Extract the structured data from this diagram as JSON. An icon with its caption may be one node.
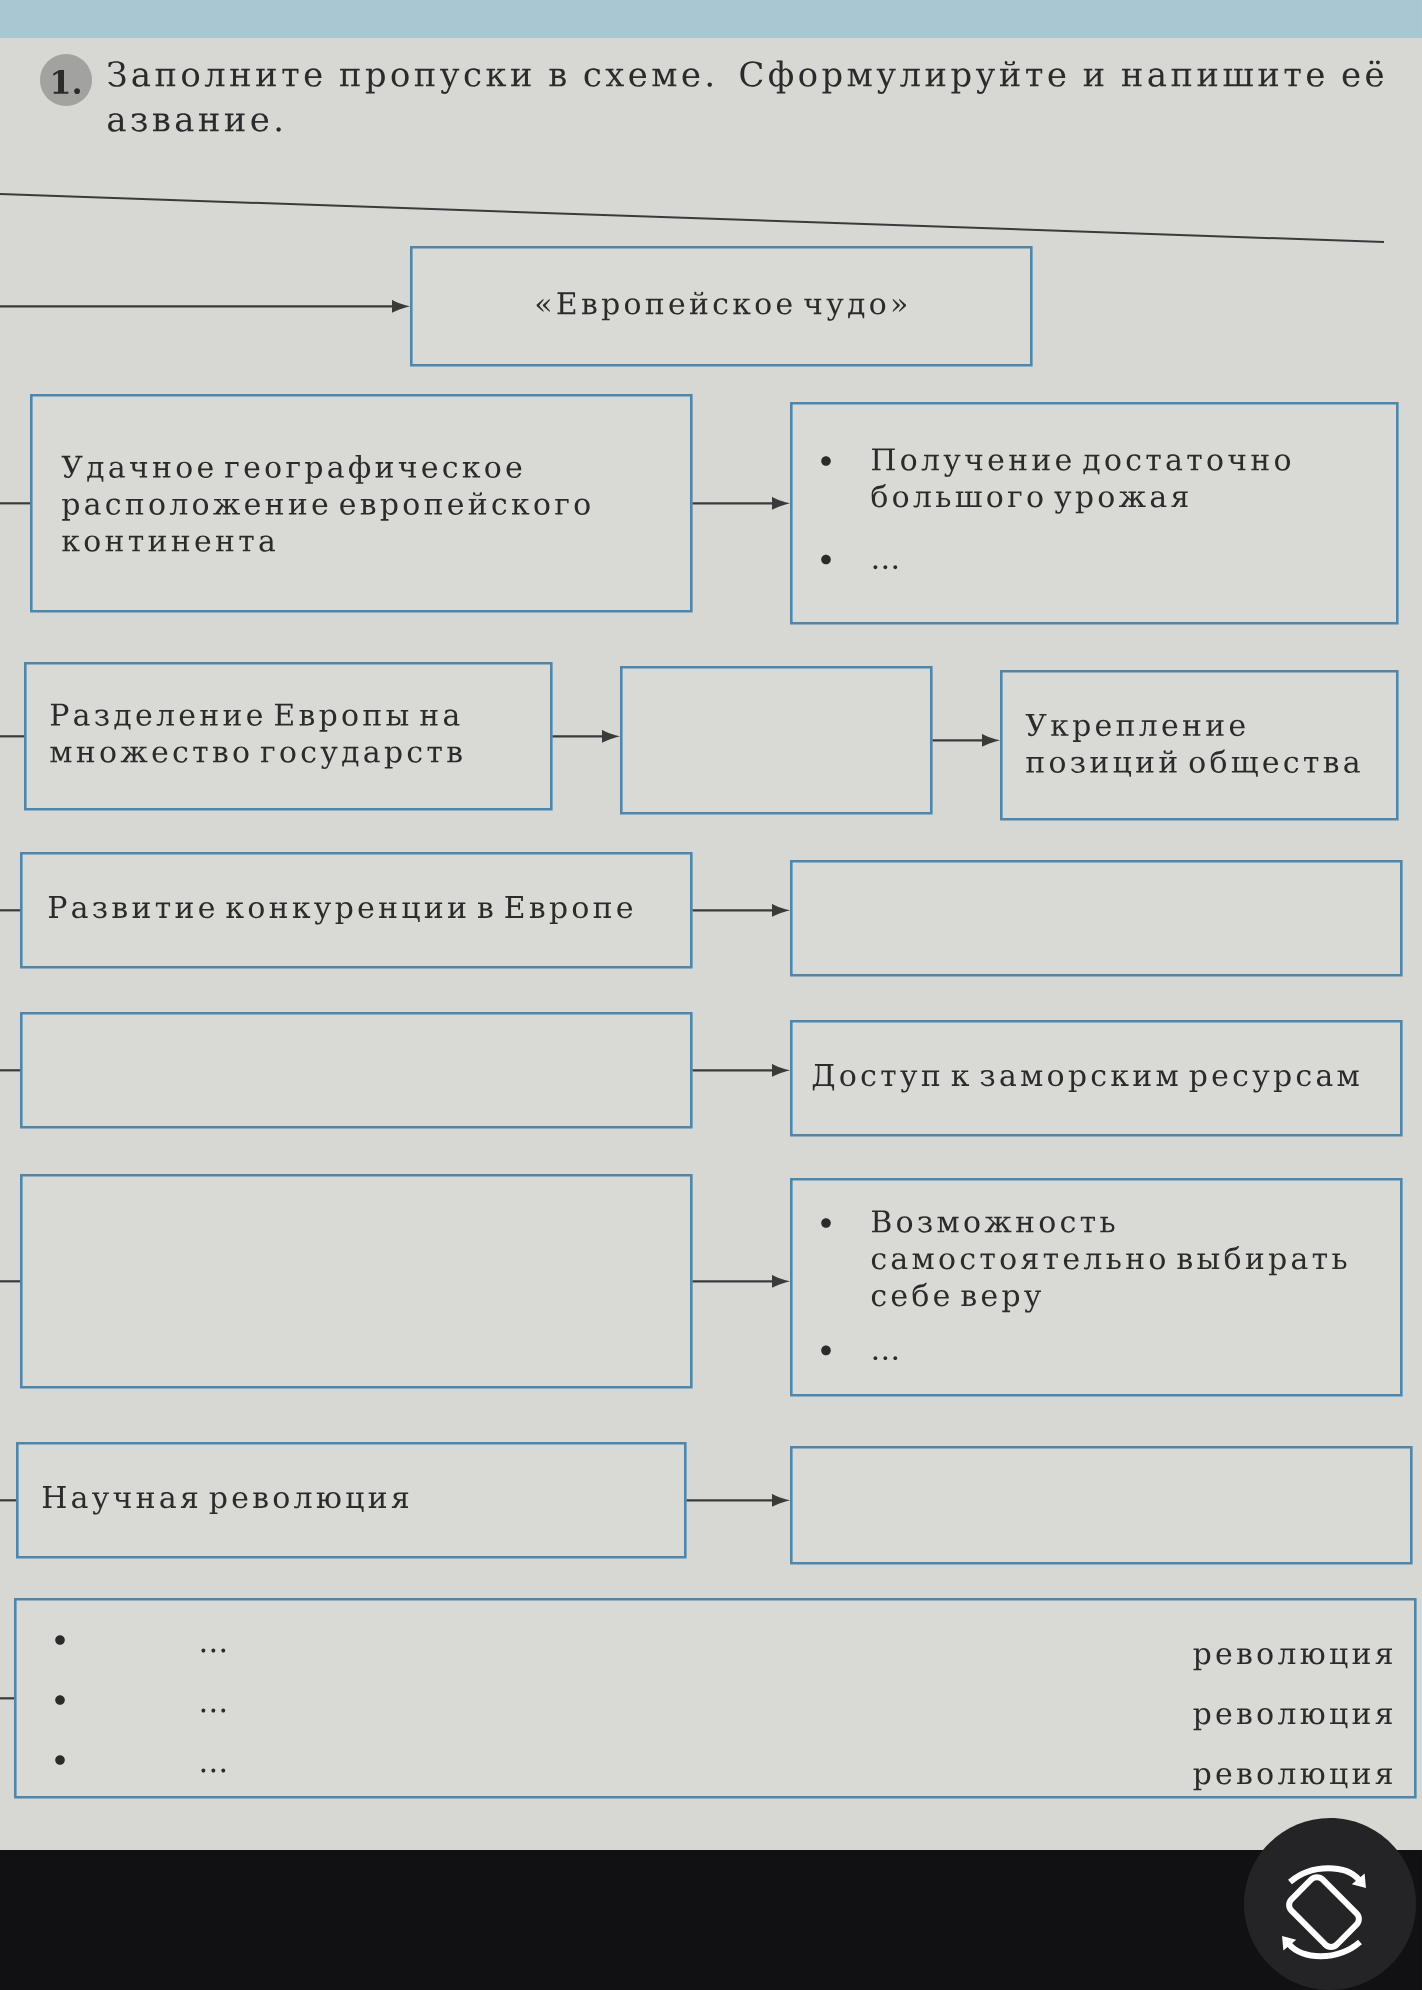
{
  "diagram": {
    "title": "Заполните пропуски в схеме. Сформулируйте и напишите её азвание.",
    "nodes": [
      {
        "text": [
          "«Европейское чудо»"
        ]
      },
      {
        "text": [
          "Удачное географическое расположение европейского континента"
        ]
      },
      {
        "text": [
          "Получение достаточно большого урожая",
          "…"
        ]
      },
      {
        "text": [
          "Разделение Европы на множество государств"
        ]
      },
      {
        "text": [],
        "shape": "box"
      },
      {
        "text": [
          "Укрепление позиций общества"
        ]
      },
      {
        "text": [
          "Развитие конкуренции в Европе"
        ]
      },
      {
        "text": [],
        "shape": "box"
      },
      {
        "text": [],
        "shape": "box"
      },
      {
        "text": [
          "Доступ к заморским ресурсам"
        ]
      },
      {
        "text": [],
        "shape": "box"
      },
      {
        "text": [
          "Возможность самостоятельно выбирать себе веру",
          "…"
        ]
      },
      {
        "text": [
          "Научная революция"
        ]
      },
      {
        "text": [],
        "shape": "box"
      },
      {
        "text": [
          "…",
          "революция",
          "…",
          "революция",
          "…",
          "революция"
        ]
      }
    ],
    "edges": [
      {
        "from": null,
        "to": 0,
        "arrow": "to"
      },
      {
        "from": null,
        "to": 1,
        "arrow": "none"
      },
      {
        "from": 1,
        "to": 2,
        "arrow": "to"
      },
      {
        "from": null,
        "to": 3,
        "arrow": "none"
      },
      {
        "from": 3,
        "to": 4,
        "arrow": "to"
      },
      {
        "from": 4,
        "to": 5,
        "arrow": "to"
      },
      {
        "from": null,
        "to": 6,
        "arrow": "none"
      },
      {
        "from": 6,
        "to": 7,
        "arrow": "to"
      },
      {
        "from": null,
        "to": 8,
        "arrow": "none"
      },
      {
        "from": 8,
        "to": 9,
        "arrow": "to"
      },
      {
        "from": null,
        "to": 10,
        "arrow": "none"
      },
      {
        "from": 10,
        "to": 11,
        "arrow": "to"
      },
      {
        "from": null,
        "to": 12,
        "arrow": "none"
      },
      {
        "from": 12,
        "to": 13,
        "arrow": "to"
      },
      {
        "from": null,
        "to": 14,
        "arrow": "none"
      }
    ],
    "labels": [
      "1."
    ]
  }
}
